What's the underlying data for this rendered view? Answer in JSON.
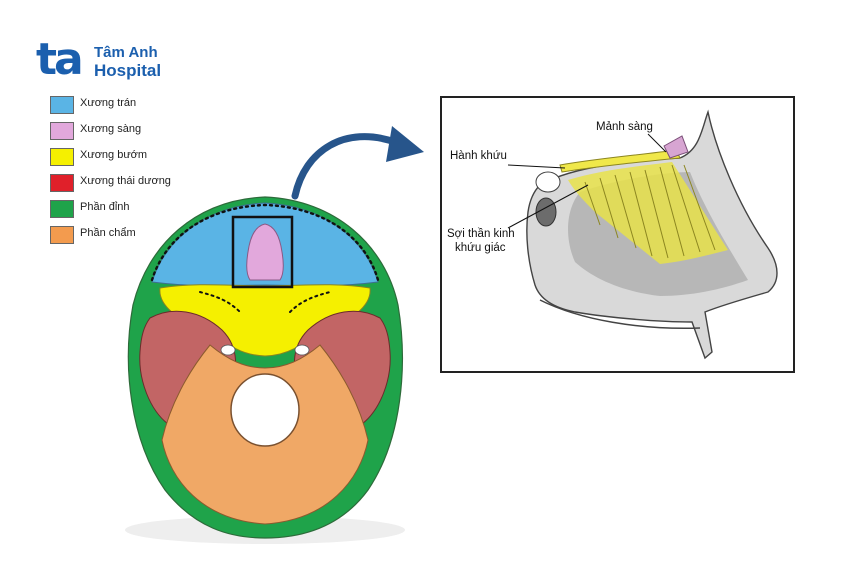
{
  "brand": {
    "mark": "ta",
    "name_line1": "Tâm Anh",
    "name_line2": "Hospital",
    "color": "#1b5fae"
  },
  "legend": [
    {
      "label": "Xương trán",
      "color": "#5ab4e5"
    },
    {
      "label": "Xương sàng",
      "color": "#e2a8dc"
    },
    {
      "label": "Xương bướm",
      "color": "#f5f000"
    },
    {
      "label": "Xương thái dương",
      "color": "#e0202a"
    },
    {
      "label": "Phần đỉnh",
      "color": "#1fa34a"
    },
    {
      "label": "Phần chẩm",
      "color": "#f39b4e"
    }
  ],
  "detail": {
    "labels": {
      "cribriform_plate": "Mảnh sàng",
      "olfactory_bulb": "Hành khứu",
      "olfactory_nerve_line1": "Sợi thần kinh",
      "olfactory_nerve_line2": "khứu giác"
    }
  }
}
